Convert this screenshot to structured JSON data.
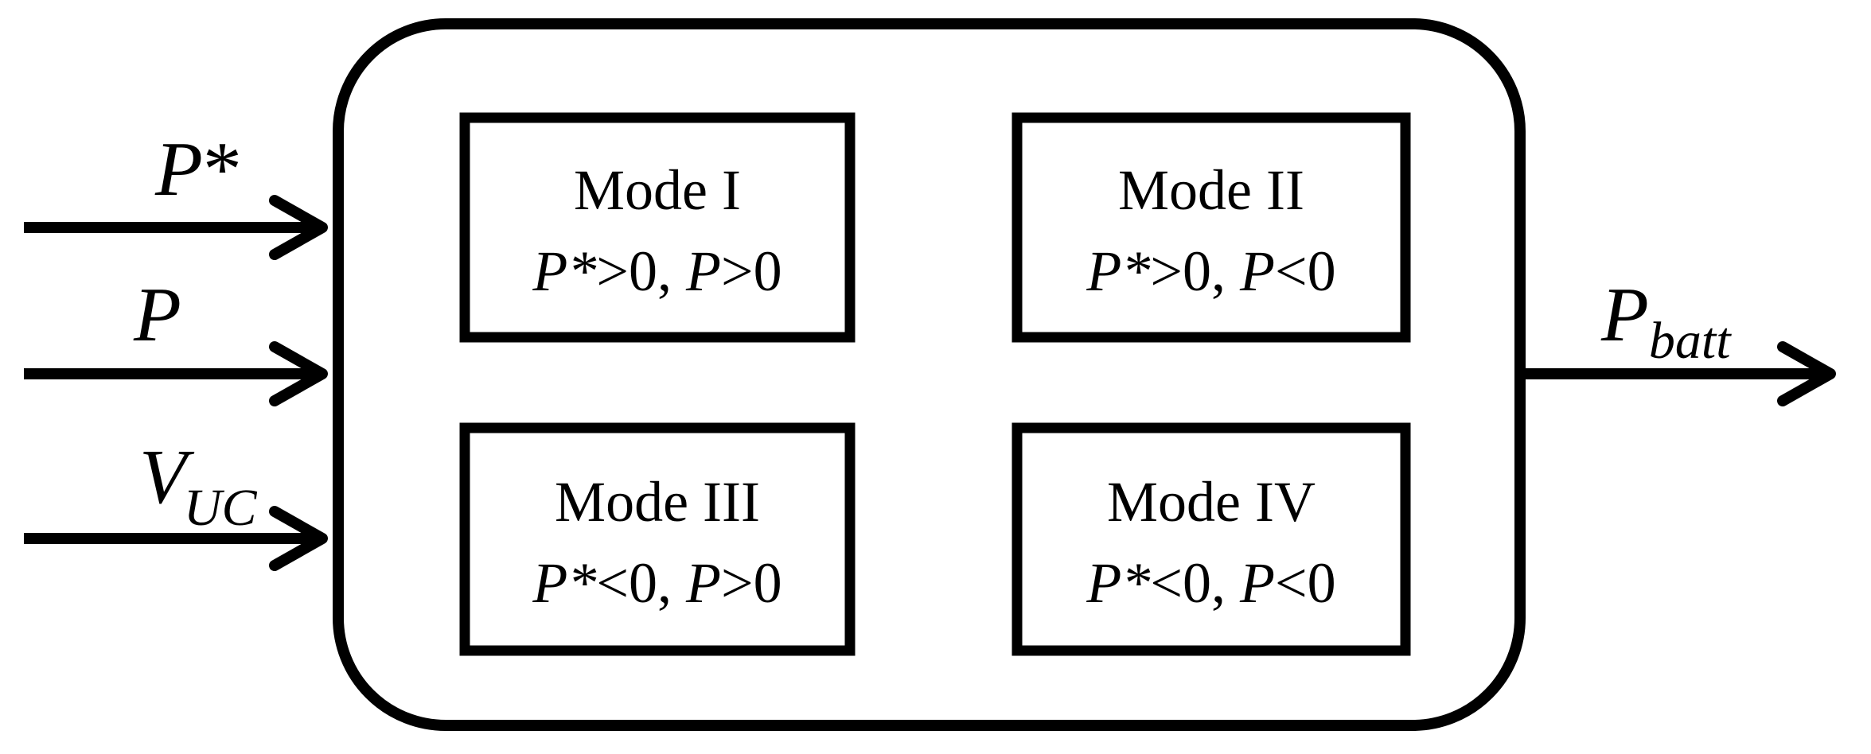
{
  "inputs": [
    {
      "symbol": "P",
      "modifier": "*",
      "subscript": ""
    },
    {
      "symbol": "P",
      "modifier": "",
      "subscript": ""
    },
    {
      "symbol": "V",
      "modifier": "",
      "subscript": "UC"
    }
  ],
  "output": {
    "symbol": "P",
    "subscript": "batt"
  },
  "modes": [
    {
      "name": "Mode I",
      "cond_a": "P*>0",
      "cond_b": "P>0",
      "cond_a_sym": "P*",
      "cond_a_rel": ">0",
      "cond_b_sym": "P",
      "cond_b_rel": ">0"
    },
    {
      "name": "Mode II",
      "cond_a": "P*>0",
      "cond_b": "P<0",
      "cond_a_sym": "P*",
      "cond_a_rel": ">0",
      "cond_b_sym": "P",
      "cond_b_rel": "<0"
    },
    {
      "name": "Mode III",
      "cond_a": "P*<0",
      "cond_b": "P>0",
      "cond_a_sym": "P*",
      "cond_a_rel": "<0",
      "cond_b_sym": "P",
      "cond_b_rel": ">0"
    },
    {
      "name": "Mode IV",
      "cond_a": "P*<0",
      "cond_b": "P<0",
      "cond_a_sym": "P*",
      "cond_a_rel": "<0",
      "cond_b_sym": "P",
      "cond_b_rel": "<0"
    }
  ],
  "separator": ", "
}
